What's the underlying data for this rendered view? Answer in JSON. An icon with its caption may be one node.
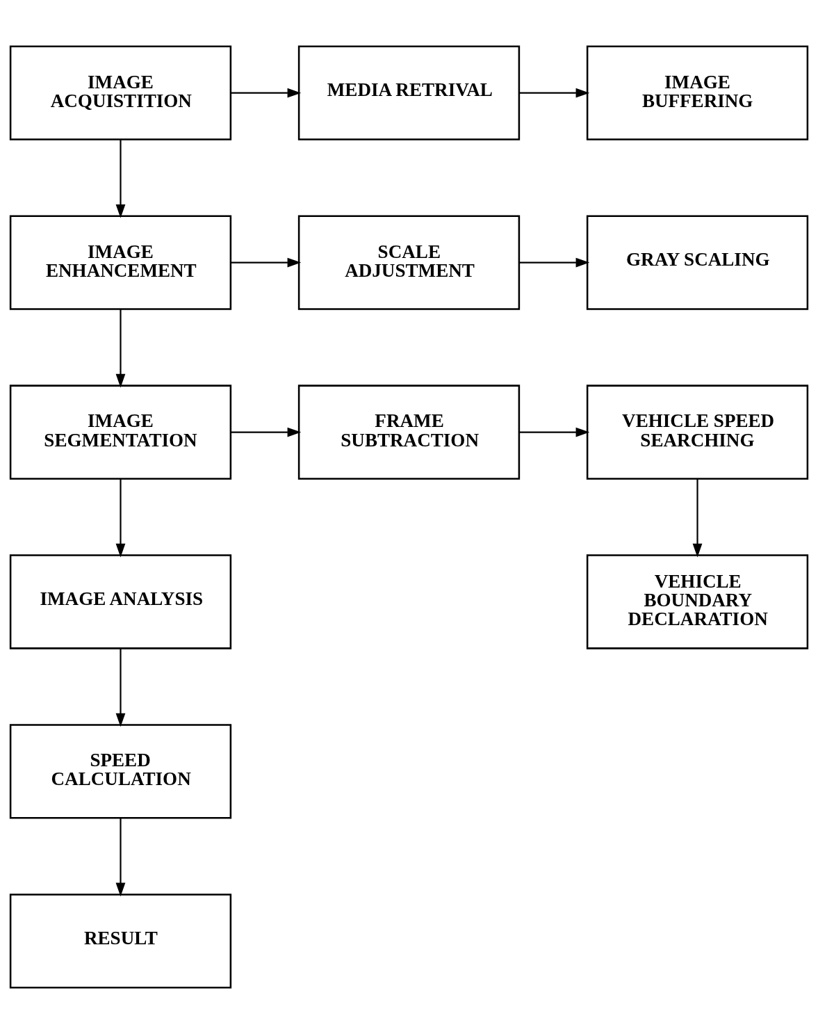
{
  "diagram": {
    "nodes": [
      {
        "text": [
          "IMAGE ACQUISTITION"
        ]
      },
      {
        "text": [
          "MEDIA RETRIVAL"
        ]
      },
      {
        "text": [
          "IMAGE BUFFERING"
        ]
      },
      {
        "text": [
          "IMAGE ENHANCEMENT"
        ]
      },
      {
        "text": [
          "SCALE ADJUSTMENT"
        ]
      },
      {
        "text": [
          "GRAY SCALING"
        ]
      },
      {
        "text": [
          "IMAGE SEGMENTATION"
        ]
      },
      {
        "text": [
          "FRAME SUBTRACTION"
        ]
      },
      {
        "text": [
          "VEHICLE SPEED SEARCHING"
        ]
      },
      {
        "text": [
          "VEHICLE BOUNDARY DECLARATION"
        ]
      },
      {
        "text": [
          "IMAGE ANALYSIS"
        ]
      },
      {
        "text": [
          "SPEED CALCULATION"
        ]
      },
      {
        "text": [
          "RESULT"
        ]
      }
    ],
    "edges": [
      {
        "from": 0,
        "to": 1,
        "arrow": "to"
      },
      {
        "from": 1,
        "to": 2,
        "arrow": "to"
      },
      {
        "from": 0,
        "to": 3,
        "arrow": "to"
      },
      {
        "from": 3,
        "to": 4,
        "arrow": "to"
      },
      {
        "from": 4,
        "to": 5,
        "arrow": "to"
      },
      {
        "from": 3,
        "to": 6,
        "arrow": "to"
      },
      {
        "from": 6,
        "to": 7,
        "arrow": "to"
      },
      {
        "from": 7,
        "to": 8,
        "arrow": "to"
      },
      {
        "from": 8,
        "to": 9,
        "arrow": "to"
      },
      {
        "from": 6,
        "to": 10,
        "arrow": "to"
      },
      {
        "from": 10,
        "to": 11,
        "arrow": "to"
      },
      {
        "from": 11,
        "to": 12,
        "arrow": "to"
      }
    ]
  }
}
